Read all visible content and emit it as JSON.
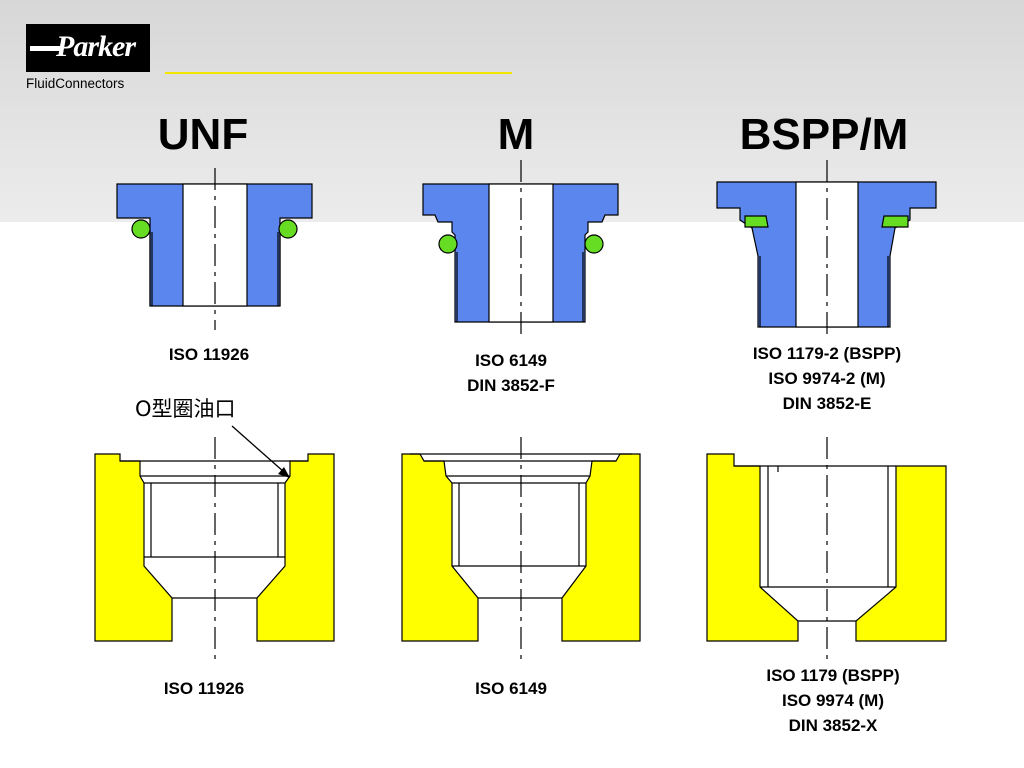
{
  "brand": {
    "logo_text": "Parker",
    "division": "FluidConnectors",
    "accent_color": "#f2e600"
  },
  "columns": [
    {
      "title": "UNF",
      "stud_standards": [
        "ISO 11926"
      ],
      "port_standards": [
        "ISO 11926"
      ]
    },
    {
      "title": "M",
      "stud_standards": [
        "ISO 6149",
        "DIN 3852-F"
      ],
      "port_standards": [
        "ISO 6149"
      ]
    },
    {
      "title": "BSPP/M",
      "stud_standards": [
        "ISO 1179-2 (BSPP)",
        "ISO 9974-2 (M)",
        "DIN 3852-E"
      ],
      "port_standards": [
        "ISO 1179 (BSPP)",
        "ISO 9974 (M)",
        "DIN 3852-X"
      ]
    }
  ],
  "callout": {
    "text": "O型圈油口"
  },
  "colors": {
    "fitting_body": "#5b86ee",
    "seal": "#66dd22",
    "port_block": "#ffff00",
    "outline": "#000000"
  }
}
